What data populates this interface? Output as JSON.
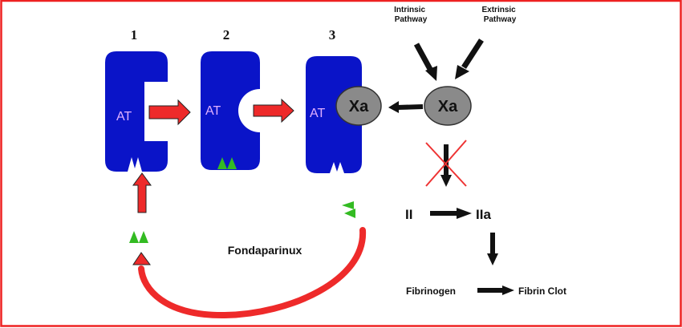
{
  "colors": {
    "border": "#ee2222",
    "at_blue": "#0a14c8",
    "red_arrow": "#ee2a2a",
    "green_pentasaccharide": "#33bb22",
    "factor_gray": "#8a8a8a",
    "black_arrow": "#111111",
    "cross": "#ee3333"
  },
  "steps": [
    {
      "number": "1",
      "at_label": "AT"
    },
    {
      "number": "2",
      "at_label": "AT"
    },
    {
      "number": "3",
      "at_label": "AT"
    }
  ],
  "factors": {
    "bound_xa": "Xa",
    "free_xa": "Xa"
  },
  "pathways": {
    "intrinsic": [
      "Intrinsic",
      "Pathway"
    ],
    "extrinsic": [
      "Extrinsic",
      "Pathway"
    ]
  },
  "cascade": {
    "prothrombin": "II",
    "thrombin": "IIa",
    "fibrinogen": "Fibrinogen",
    "fibrin_clot": "Fibrin Clot"
  },
  "drug": {
    "name": "Fondaparinux"
  }
}
